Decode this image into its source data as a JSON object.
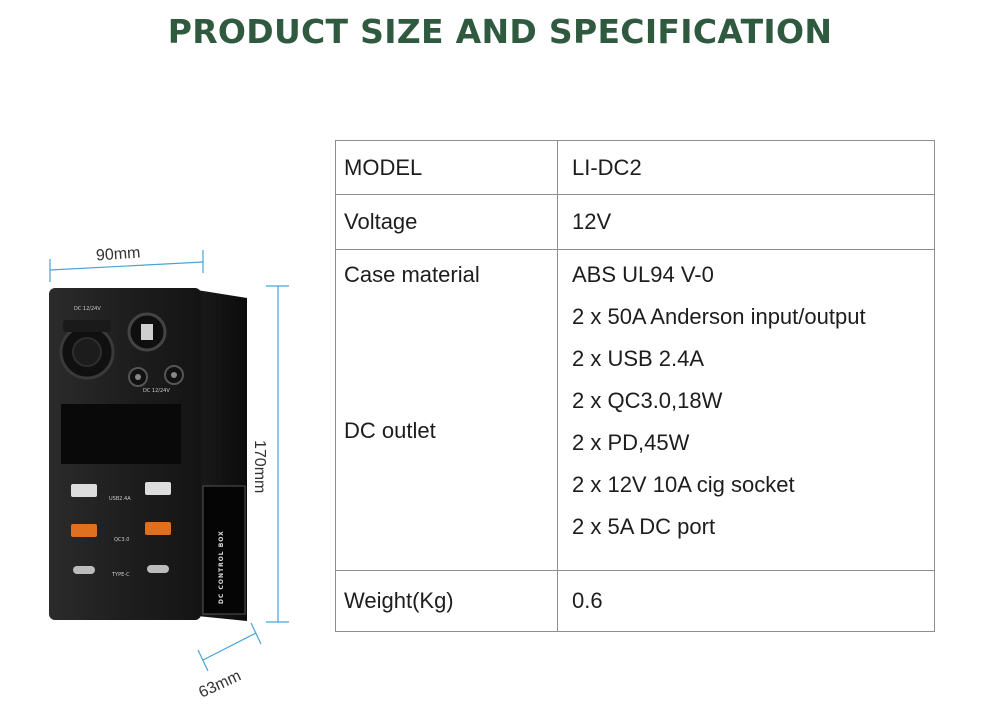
{
  "header": {
    "title": "PRODUCT SIZE AND SPECIFICATION"
  },
  "dimensions": {
    "width": "90mm",
    "height": "170mm",
    "depth": "63mm"
  },
  "device_labels": {
    "dc_top": "DC 12/24V",
    "dc_right": "DC 12/24V",
    "usb": "USB2.4A",
    "qc": "QC3.0",
    "typec": "TYPE-C",
    "side_label": "DC CONTROL BOX"
  },
  "specs": {
    "model": {
      "label": "MODEL",
      "value": "LI-DC2"
    },
    "voltage": {
      "label": "Voltage",
      "value": "12V"
    },
    "case_material": {
      "label": "Case material",
      "value": "ABS UL94 V-0"
    },
    "dc_outlet": {
      "label": "DC outlet",
      "items": [
        "2 x 50A Anderson input/output",
        "2 x USB 2.4A",
        "2 x QC3.0,18W",
        "2 x PD,45W",
        "2 x 12V 10A cig socket",
        "2 x 5A DC port"
      ]
    },
    "weight": {
      "label": "Weight(Kg)",
      "value": "0.6"
    }
  }
}
